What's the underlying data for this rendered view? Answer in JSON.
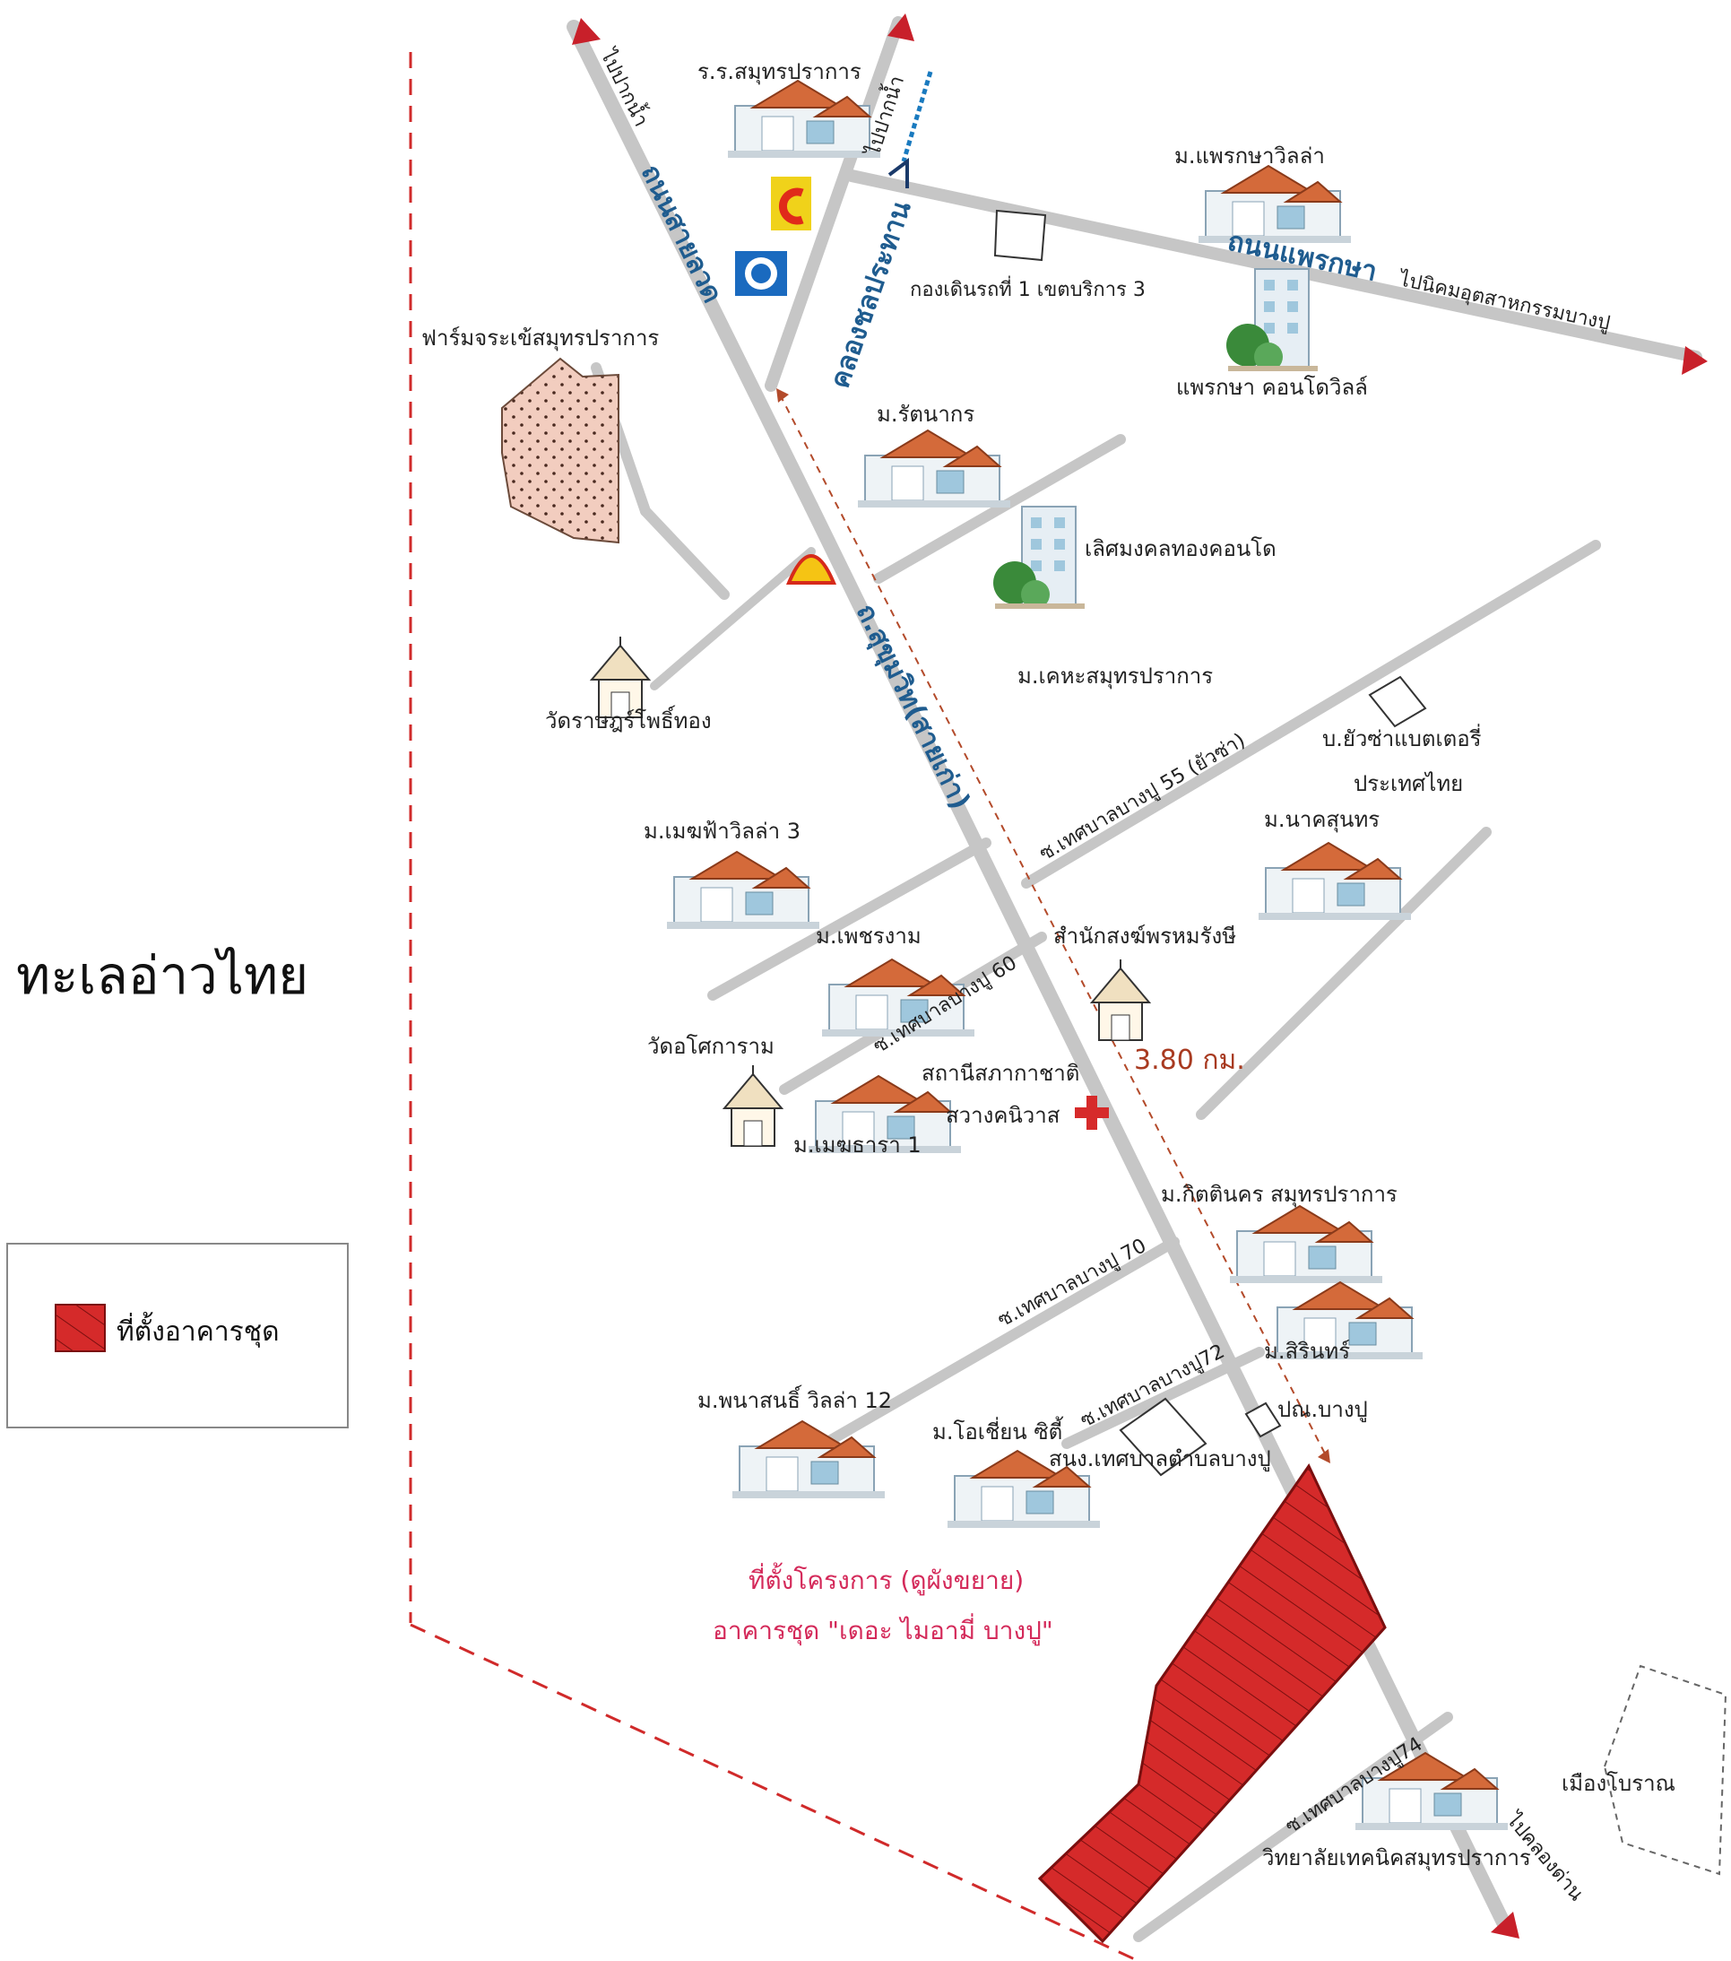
{
  "legend": {
    "label": "ที่ตั้งอาคารชุด",
    "swatch_color": "#d52a2a"
  },
  "sea_label": "ทะเลอ่าวไทย",
  "highways": {
    "sai_luad": "ถนนสายลวด",
    "sukhumvit": "ถ.สุขุมวิท(สายเก่า)",
    "phraeksa": "ถนนแพรกษา",
    "khlong_prawet": "คลองชลประทาน"
  },
  "directions": {
    "pak_nam_left": "ไปปากน้ำ",
    "pak_nam_right": "ไปปากน้ำ",
    "bangpoo_ie": "ไปนิคมอุตสาหกรรมบางปู",
    "khlong_dan": "ไปคลองด่าน"
  },
  "sois": {
    "s55": "ซ.เทศบาลบางปู 55 (ยัวซ่า)",
    "s60": "ซ.เทศบาลบางปู 60",
    "s70": "ซ.เทศบาลบางปู 70",
    "s72": "ซ.เทศบาลบางปู72",
    "s74": "ซ.เทศบาลบางปู74"
  },
  "places": {
    "school": "ร.ร.สมุทรปราการ",
    "mphraeksa_villa": "ม.แพรกษาวิลล่า",
    "fire_unit": "กองเดินรถที่ 1 เขตบริการ 3",
    "phraeksa_condo": "แพรกษา คอนโดวิลล์",
    "croc_farm": "ฟาร์มจระเข้สมุทรปราการ",
    "rattanakorn": "ม.รัตนากร",
    "lertmongkol": "เลิศมงคลทองคอนโด",
    "wat_rat": "วัดราษฎร์โพธิ์ทอง",
    "kheha": "ม.เคหะสมุทรปราการ",
    "yuasa_1": "บ.ยัวซ่าแบตเตอรี่",
    "yuasa_2": "ประเทศไทย",
    "mekfah": "ม.เมฆฟ้าวิลล่า 3",
    "naksunthorn": "ม.นาคสุนทร",
    "petcharam": "ม.เพชรงาม",
    "samnak": "สำนักสงฆ์พรหมรังษี",
    "wat_asoka": "วัดอโศการาม",
    "redcross_1": "สถานีสภากาชาติ",
    "redcross_2": "สวางคนิวาส",
    "mekthara": "ม.เมฆธารา 1",
    "kittinakorn": "ม.กิตตินคร สมุทรปราการ",
    "sirin": "ม.สิรินทร์",
    "panason": "ม.พนาสนธิ์ วิลล่า 12",
    "oshen": "ม.โอเชี่ยน ซิตี้",
    "municipal": "สนง.เทศบาลตำบลบางปู",
    "post": "ปณ.บางปู",
    "ancient_city": "เมืองโบราณ",
    "tech_college": "วิทยาลัยเทคนิคสมุทรปราการ"
  },
  "distance_label": "3.80 กม.",
  "project": {
    "line1": "ที่ตั้งโครงการ (ดูผังขยาย)",
    "line2": "อาคารชุด \"เดอะ ไมอามี่ บางปู\""
  }
}
